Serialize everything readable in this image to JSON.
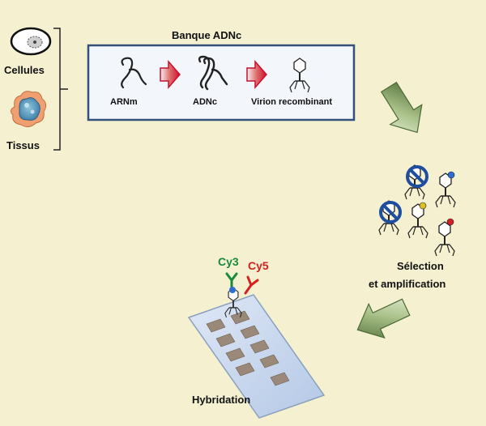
{
  "sources": {
    "cells_label": "Cellules",
    "tissues_label": "Tissus"
  },
  "library": {
    "title": "Banque ADNc",
    "mrna_label": "ARNm",
    "cdna_label": "ADNc",
    "virion_label": "Virion recombinant"
  },
  "selection": {
    "line1": "Sélection",
    "line2": "et amplification"
  },
  "hybridization": {
    "label": "Hybridation",
    "cy3_label": "Cy3",
    "cy5_label": "Cy5"
  },
  "colors": {
    "background": "#f4f0d0",
    "library_box_border": "#33507a",
    "library_box_fill": "#f3f6fb",
    "red_arrow": "#c8102e",
    "green_arrow": "#6b8a4e",
    "cy3": "#1a8a3a",
    "cy5": "#d42020",
    "blocked_sign": "#1f4ea0",
    "slide": "#c9d8ee",
    "spot": "#9a8878"
  },
  "icons": [
    "cell-icon",
    "tissue-icon",
    "mrna-icon",
    "cdna-icon",
    "virion-icon",
    "phage-icon",
    "prohibited-icon",
    "microarray-slide-icon"
  ]
}
